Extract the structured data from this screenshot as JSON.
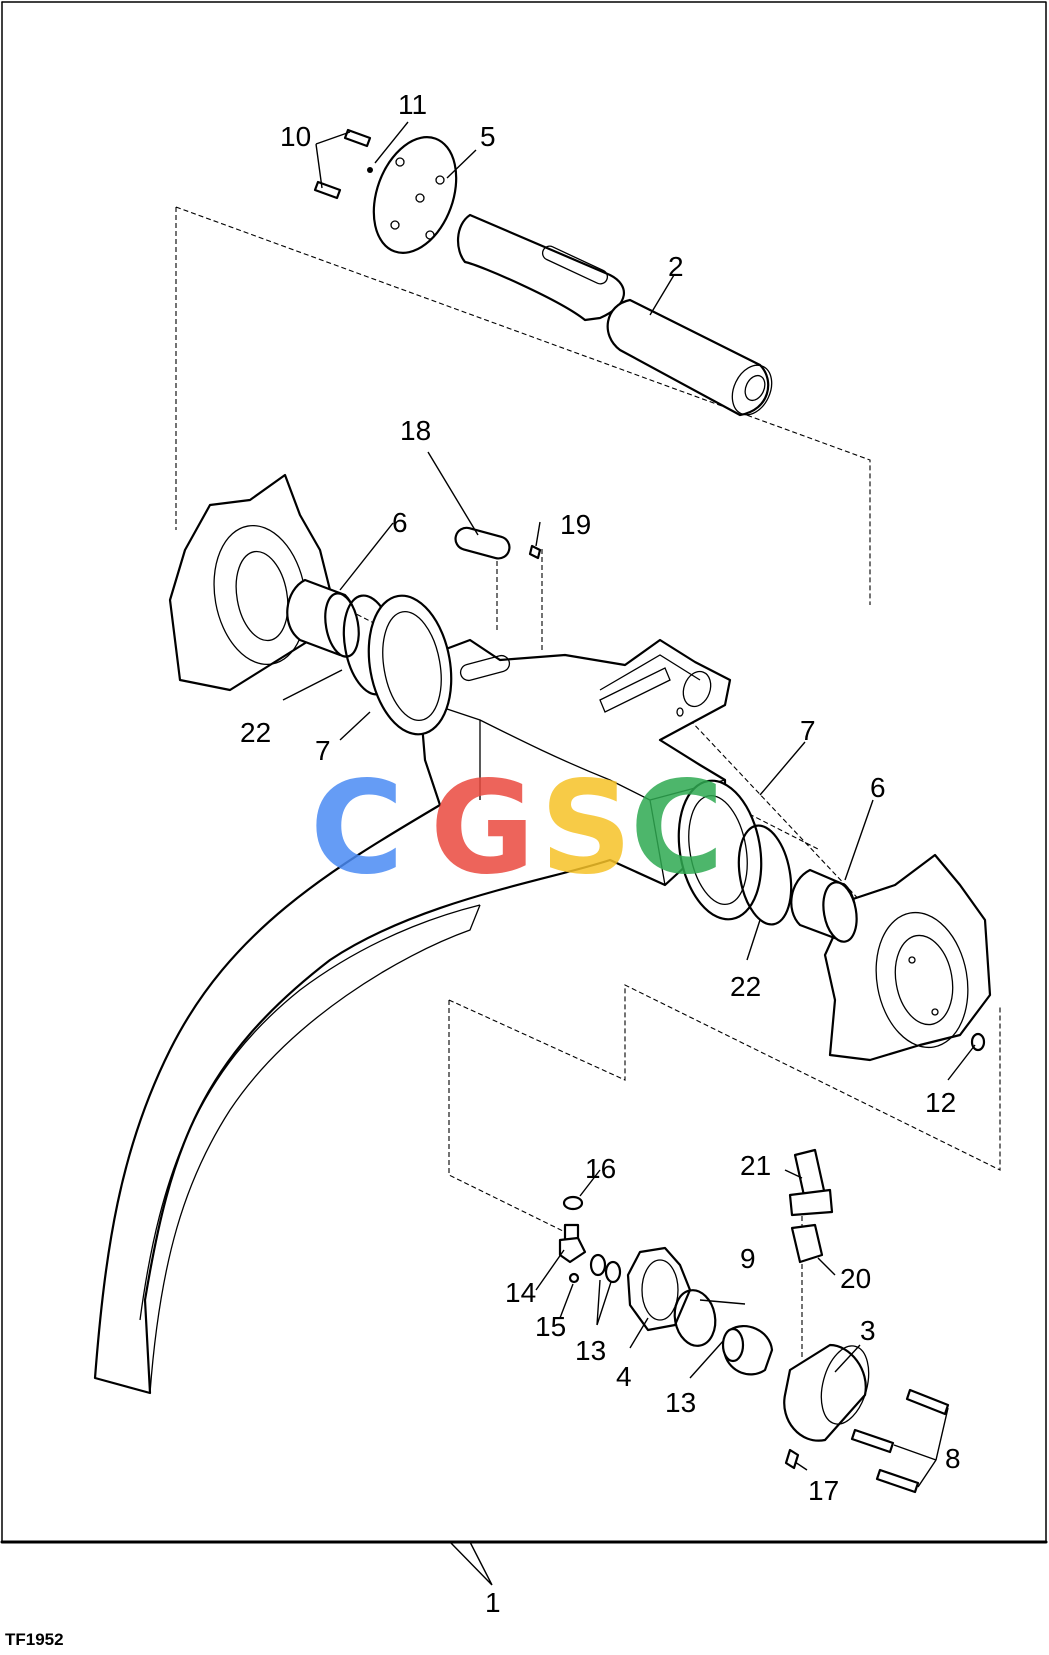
{
  "figure_id": "TF1952",
  "watermark": {
    "letters": [
      "C",
      "G",
      "S",
      "C"
    ],
    "colors": [
      "#4b8bf4",
      "#ea4a3f",
      "#f6c228",
      "#2faa52"
    ]
  },
  "callouts": {
    "assembly": "1",
    "shaft": "2",
    "cover": "3",
    "gear": "4",
    "end_plate": "5",
    "bushing_left": "6",
    "bushing_right": "6",
    "thrust_washer_left": "7",
    "thrust_washer_right": "7",
    "cap_screws": "8",
    "o_ring": "9",
    "screws": "10",
    "plate_pin": "11",
    "fitting_right": "12",
    "washers": "13",
    "plug": "13",
    "elbow": "14",
    "nipple": "15",
    "seal_ring": "16",
    "small_pin": "17",
    "key": "18",
    "grease_fitting": "19",
    "adapter": "20",
    "hose_fitting": "21",
    "o_ring_left": "22",
    "o_ring_right": "22"
  }
}
